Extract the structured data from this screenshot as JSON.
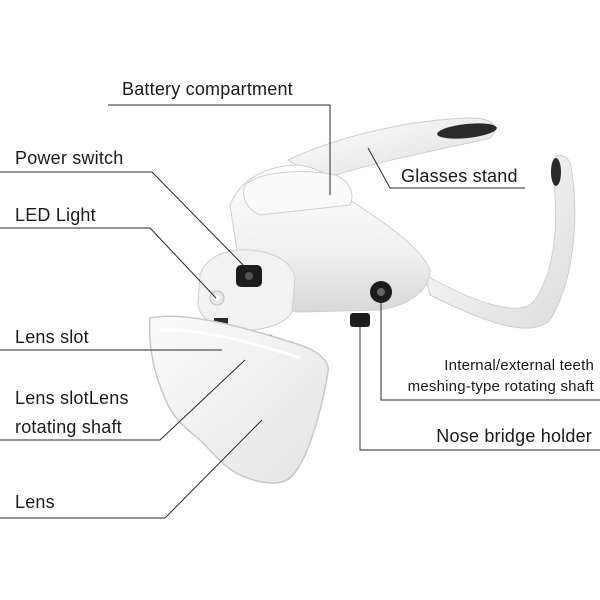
{
  "labels": {
    "battery_compartment": "Battery compartment",
    "power_switch": "Power switch",
    "glasses_stand": "Glasses stand",
    "led_light": "LED Light",
    "lens_slot": "Lens slot",
    "lens_slot_rotating_shaft_line1": "Lens slotLens",
    "lens_slot_rotating_shaft_line2": "rotating shaft",
    "internal_external_teeth_line1": "Internal/external teeth",
    "internal_external_teeth_line2": "meshing-type rotating shaft",
    "nose_bridge_holder": "Nose bridge holder",
    "lens": "Lens"
  },
  "colors": {
    "text": "#1a1a1a",
    "leader_line": "#2a2a2a",
    "device_body": "#f4f4f4",
    "device_shadow": "#d9d9d9",
    "device_dark": "#1c1c1c"
  }
}
